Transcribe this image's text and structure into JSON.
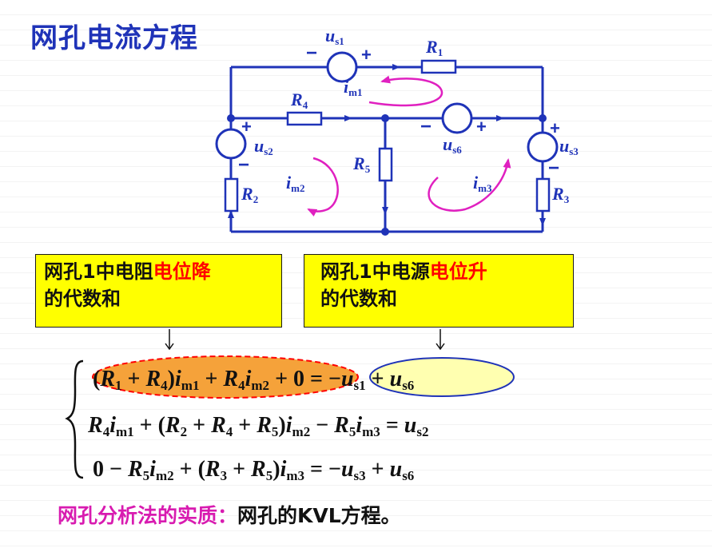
{
  "title": "网孔电流方程",
  "circuit": {
    "us1": "u",
    "us1_sub": "s1",
    "us2": "u",
    "us2_sub": "s2",
    "us3": "u",
    "us3_sub": "s3",
    "us6": "u",
    "us6_sub": "s6",
    "r1": "R",
    "r1_sub": "1",
    "r2": "R",
    "r2_sub": "2",
    "r3": "R",
    "r3_sub": "3",
    "r4": "R",
    "r4_sub": "4",
    "r5": "R",
    "r5_sub": "5",
    "im1": "i",
    "im1_sub": "m1",
    "im2": "i",
    "im2_sub": "m2",
    "im3": "i",
    "im3_sub": "m3",
    "plus": "+",
    "minus": "−"
  },
  "notes": {
    "left_line1_black": "网孔1中电阻",
    "left_line1_red": "电位降",
    "left_line2": "的代数和",
    "right_line1_black": "网孔1中电源",
    "right_line1_red": "电位升",
    "right_line2": "的代数和"
  },
  "footer": {
    "pink": "网孔分析法的实质：",
    "dark": "网孔的KVL方程。"
  },
  "colors": {
    "circuit": "#1f33b8",
    "current_arrows": "#e020c0",
    "note_bg": "#ffff00",
    "highlight_orange": "#f5a23a",
    "highlight_yellow": "#ffffb0",
    "footer_pink": "#d81bb0"
  }
}
